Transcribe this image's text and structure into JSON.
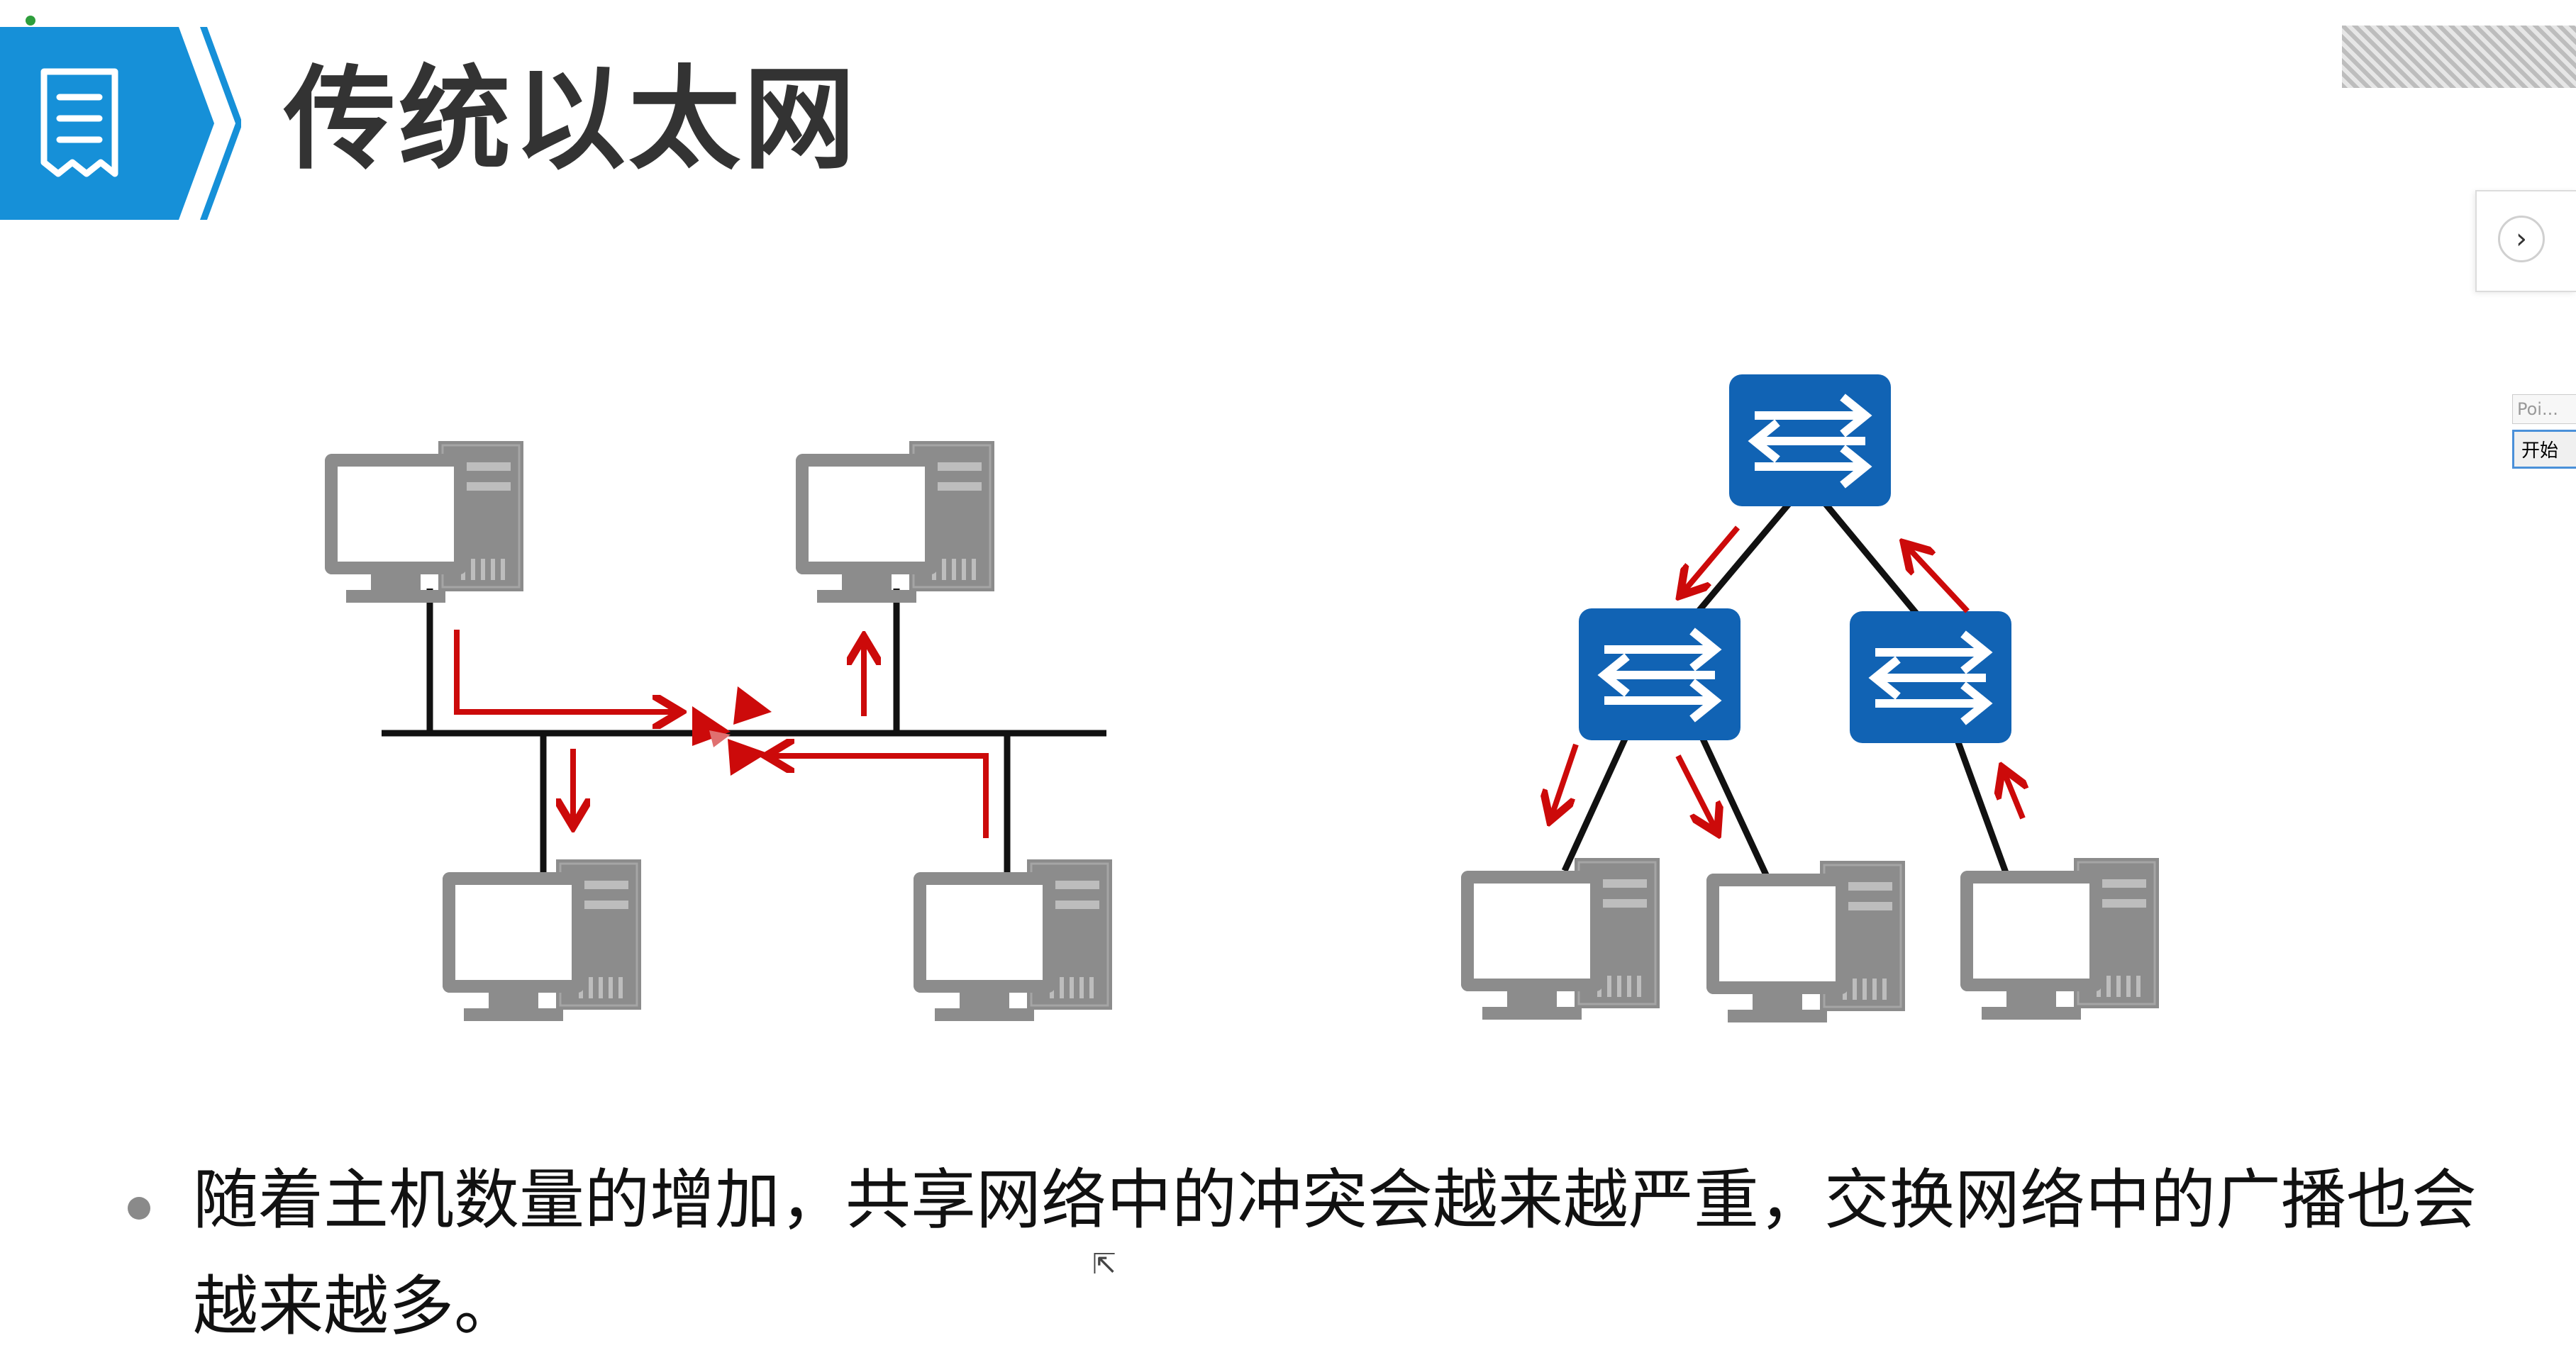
{
  "header": {
    "title": "传统以太网",
    "icon": "document-icon",
    "accent_color": "#1690d8"
  },
  "diagrams": {
    "left": {
      "type": "shared-bus-ethernet",
      "hosts": 4,
      "collision_icon": "collision-icon"
    },
    "right": {
      "type": "switched-ethernet-tree",
      "switches": 3,
      "hosts": 3
    },
    "colors": {
      "switch": "#1163b4",
      "computer": "#8c8c8c",
      "arrow": "#cc0a0a",
      "link": "#111111"
    }
  },
  "bullet": {
    "text": "随着主机数量的增加，共享网络中的冲突会越来越严重，交换网络中的广播也会越来越多。"
  },
  "overlay": {
    "next_icon": "chevron-right-icon",
    "float_label": "Poi...",
    "float_button": "开始"
  }
}
